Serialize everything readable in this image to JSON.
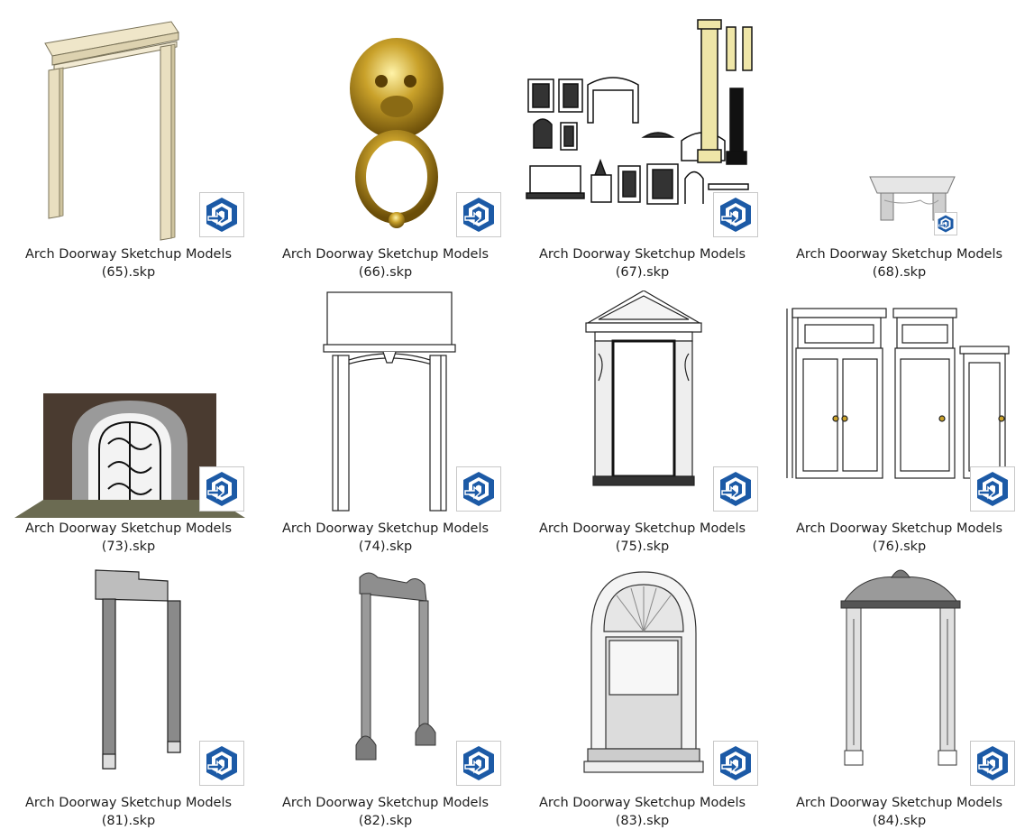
{
  "files": [
    {
      "line1": "Arch Doorway Sketchup Models",
      "line2": "(65).skp"
    },
    {
      "line1": "Arch Doorway Sketchup Models",
      "line2": "(66).skp"
    },
    {
      "line1": "Arch Doorway Sketchup Models",
      "line2": "(67).skp"
    },
    {
      "line1": "Arch Doorway Sketchup Models",
      "line2": "(68).skp"
    },
    {
      "line1": "Arch Doorway Sketchup Models",
      "line2": "(73).skp"
    },
    {
      "line1": "Arch Doorway Sketchup Models",
      "line2": "(74).skp"
    },
    {
      "line1": "Arch Doorway Sketchup Models",
      "line2": "(75).skp"
    },
    {
      "line1": "Arch Doorway Sketchup Models",
      "line2": "(76).skp"
    },
    {
      "line1": "Arch Doorway Sketchup Models",
      "line2": "(81).skp"
    },
    {
      "line1": "Arch Doorway Sketchup Models",
      "line2": "(82).skp"
    },
    {
      "line1": "Arch Doorway Sketchup Models",
      "line2": "(83).skp"
    },
    {
      "line1": "Arch Doorway Sketchup Models",
      "line2": "(84).skp"
    }
  ],
  "icons": {
    "file_type_badge": "sketchup-file-icon"
  },
  "colors": {
    "sketchup_blue": "#1c5aa6",
    "label_text": "#1e1e1e"
  }
}
